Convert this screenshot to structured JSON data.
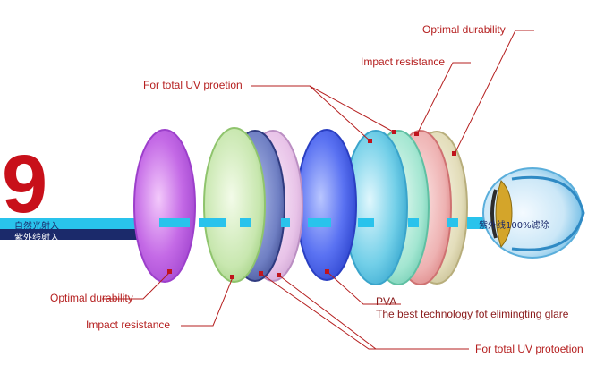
{
  "logo": {
    "text": "9",
    "color": "#c8101a"
  },
  "beam": {
    "incoming_light": "自然光射入",
    "incoming_uv": "紫外线射入",
    "filtered": "紫外线100%滤除"
  },
  "labels": {
    "top_optimal": "Optimal durability",
    "top_impact": "Impact resistance",
    "top_uv": "For total UV proetion",
    "bottom_optimal": "Optimal durability",
    "bottom_impact": "Impact resistance",
    "pva": "PVA",
    "glare": "The best technology fot elimingting glare",
    "bottom_uv": "For total UV protoetion"
  },
  "colors": {
    "leader": "#b51f1f",
    "marker": "#c0141c",
    "beam_cyan": "#29c3ec",
    "beam_navy": "#1b2a6b"
  },
  "lenses": [
    {
      "name": "lens-purple-durability",
      "color": "#c46ae6"
    },
    {
      "name": "lens-green-impact",
      "color": "#b9df9d"
    },
    {
      "name": "lens-navy",
      "color": "#5a6ab0"
    },
    {
      "name": "lens-pink-uv",
      "color": "#e4b9e4"
    },
    {
      "name": "lens-blue-pva",
      "color": "#4560e8"
    },
    {
      "name": "lens-cyan-glare",
      "color": "#57c3e4"
    },
    {
      "name": "lens-teal",
      "color": "#83dbc9"
    },
    {
      "name": "lens-red",
      "color": "#e79a9a"
    },
    {
      "name": "lens-khaki",
      "color": "#d9d2a9"
    }
  ]
}
